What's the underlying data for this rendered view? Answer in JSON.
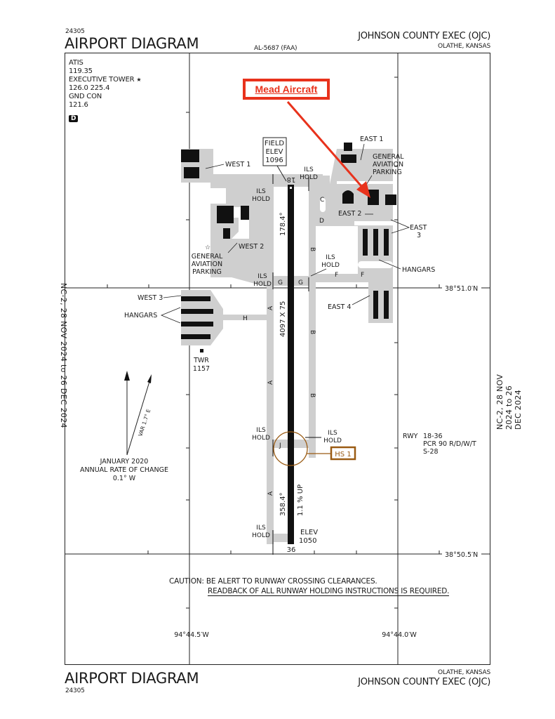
{
  "header": {
    "chart_number_top": "24305",
    "title_top": "AIRPORT DIAGRAM",
    "al_number": "AL-5687 (FAA)",
    "airport_name": "JOHNSON COUNTY EXEC (OJC)",
    "city_state": "OLATHE, KANSAS"
  },
  "footer": {
    "title_bottom": "AIRPORT DIAGRAM",
    "chart_number_bottom": "24305",
    "city_state": "OLATHE, KANSAS",
    "airport_name": "JOHNSON COUNTY EXEC (OJC)"
  },
  "effective_dates": {
    "left": "NC-2,  28 NOV 2024  to  26 DEC 2024",
    "right": "NC-2,  28 NOV 2024  to  26 DEC 2024"
  },
  "frequencies": {
    "atis_label": "ATIS",
    "atis_freq": "119.35",
    "tower_label": "EXECUTIVE TOWER",
    "tower_star": "★",
    "tower_freqs": "126.0  225.4",
    "gnd_label": "GND CON",
    "gnd_freq": "121.6",
    "airspace_badge": "D"
  },
  "annotation": {
    "label": "Mead Aircraft",
    "color": "#e8321c"
  },
  "field_elevation": {
    "line1": "FIELD",
    "line2": "ELEV",
    "value": "1096"
  },
  "runway": {
    "id": "18-36",
    "end_north": "18",
    "end_south": "36",
    "dimensions": "4097 X 75",
    "heading_north_end": "178.4°",
    "heading_south_end": "358.4°",
    "gradient": "1.1 % UP",
    "south_elev_label": "ELEV",
    "south_elev_value": "1050",
    "info_label": "RWY",
    "info_id": "18-36",
    "info_pcr": "PCR 90 R/D/W/T",
    "info_strength": "S-28"
  },
  "taxiways": [
    "A",
    "B",
    "C",
    "D",
    "F",
    "G",
    "H",
    "J"
  ],
  "labels": {
    "ils_hold_1": "ILS",
    "ils_hold_2": "HOLD",
    "west1": "WEST 1",
    "west2": "WEST 2",
    "west3": "WEST 3",
    "east1": "EAST 1",
    "east2": "EAST 2",
    "east3_1": "EAST",
    "east3_2": "3",
    "east4": "EAST 4",
    "hangars": "HANGARS",
    "ga_parking_1": "GENERAL",
    "ga_parking_2": "AVIATION",
    "ga_parking_3": "PARKING",
    "twr": "TWR",
    "twr_elev": "1157",
    "hot_spot": "HS 1",
    "taxi_a": "A",
    "taxi_b": "B",
    "taxi_c": "C",
    "taxi_d": "D",
    "taxi_f": "F",
    "taxi_g": "G",
    "taxi_h": "H",
    "taxi_j": "J"
  },
  "magnetic_variation": {
    "var_label": "VAR 1.7° E",
    "date": "JANUARY 2020",
    "rate_label": "ANNUAL RATE OF CHANGE",
    "rate_value": "0.1° W"
  },
  "coordinates": {
    "lat_north": "38°51.0′N",
    "lat_south": "38°50.5′N",
    "lon_west": "94°44.5′W",
    "lon_east": "94°44.0′W"
  },
  "caution": {
    "prefix": "CAUTION:",
    "line1": "BE ALERT TO RUNWAY CROSSING CLEARANCES.",
    "line2": "READBACK OF ALL RUNWAY HOLDING INSTRUCTIONS IS REQUIRED."
  },
  "colors": {
    "pavement": "#cfcfcf",
    "runway": "#111111",
    "hot_spot": "#9a5b13",
    "annotation_red": "#e8321c"
  }
}
